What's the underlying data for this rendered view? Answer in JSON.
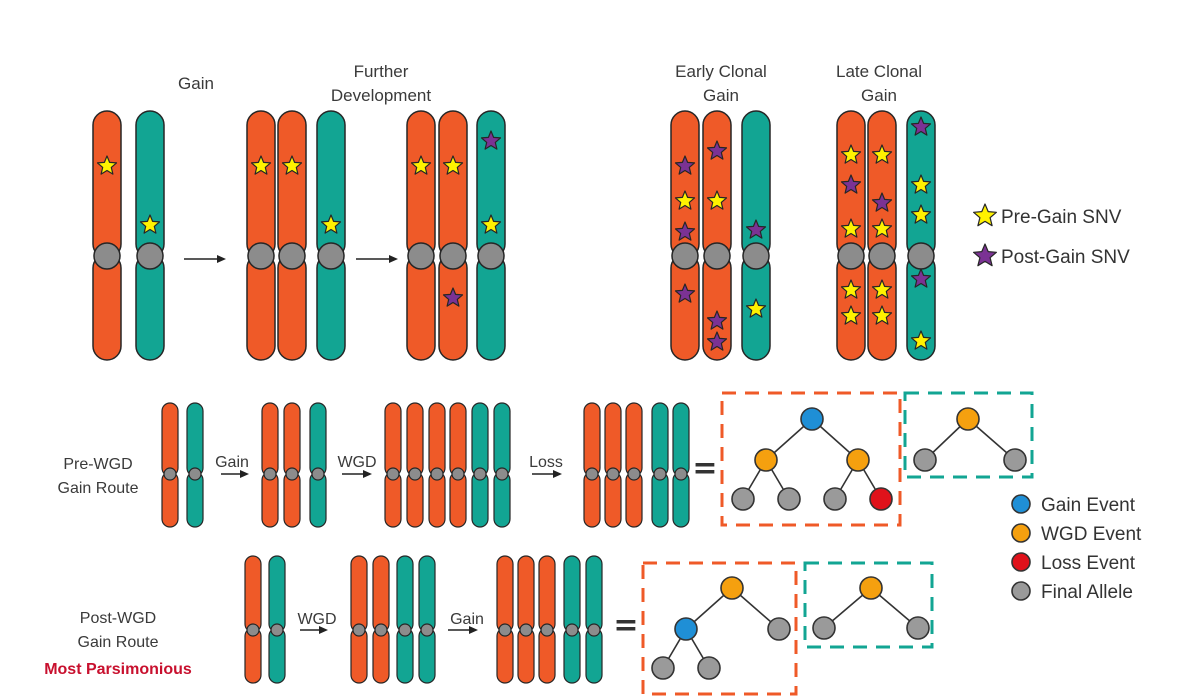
{
  "colors": {
    "orange": "#ef5a28",
    "teal": "#12a593",
    "centromere": "#8c8c8c",
    "outline": "#262626",
    "pre_gain_star": "#fff200",
    "post_gain_star": "#7b3294",
    "node_gain": "#1f8fd6",
    "node_wgd": "#f5a00f",
    "node_loss": "#e0121b",
    "node_final": "#9a9a9a",
    "box_orange": "#ef5a28",
    "box_teal": "#12a593",
    "highlight_red": "#c8102e"
  },
  "icons": {
    "arrow": "right-arrow-icon",
    "equals": "equals-sign-icon",
    "pre_gain_star": "yellow-star-icon",
    "post_gain_star": "purple-star-icon"
  },
  "top": {
    "labels": {
      "gain": "Gain",
      "further_line1": "Further",
      "further_line2": "Development",
      "early_line1": "Early Clonal",
      "early_line2": "Gain",
      "late_line1": "Late Clonal",
      "late_line2": "Gain"
    },
    "legend": {
      "pre_gain": "Pre-Gain SNV",
      "post_gain": "Post-Gain SNV"
    }
  },
  "pre_route": {
    "label_line1": "Pre-WGD",
    "label_line2": "Gain Route",
    "step1": "Gain",
    "step2": "WGD",
    "step3": "Loss",
    "equals": "="
  },
  "post_route": {
    "label_line1": "Post-WGD",
    "label_line2": "Gain Route",
    "note": "Most Parsimonious",
    "step1": "WGD",
    "step2": "Gain",
    "equals": "="
  },
  "event_legend": {
    "gain": "Gain Event",
    "wgd": "WGD Event",
    "loss": "Loss Event",
    "final": "Final Allele"
  }
}
